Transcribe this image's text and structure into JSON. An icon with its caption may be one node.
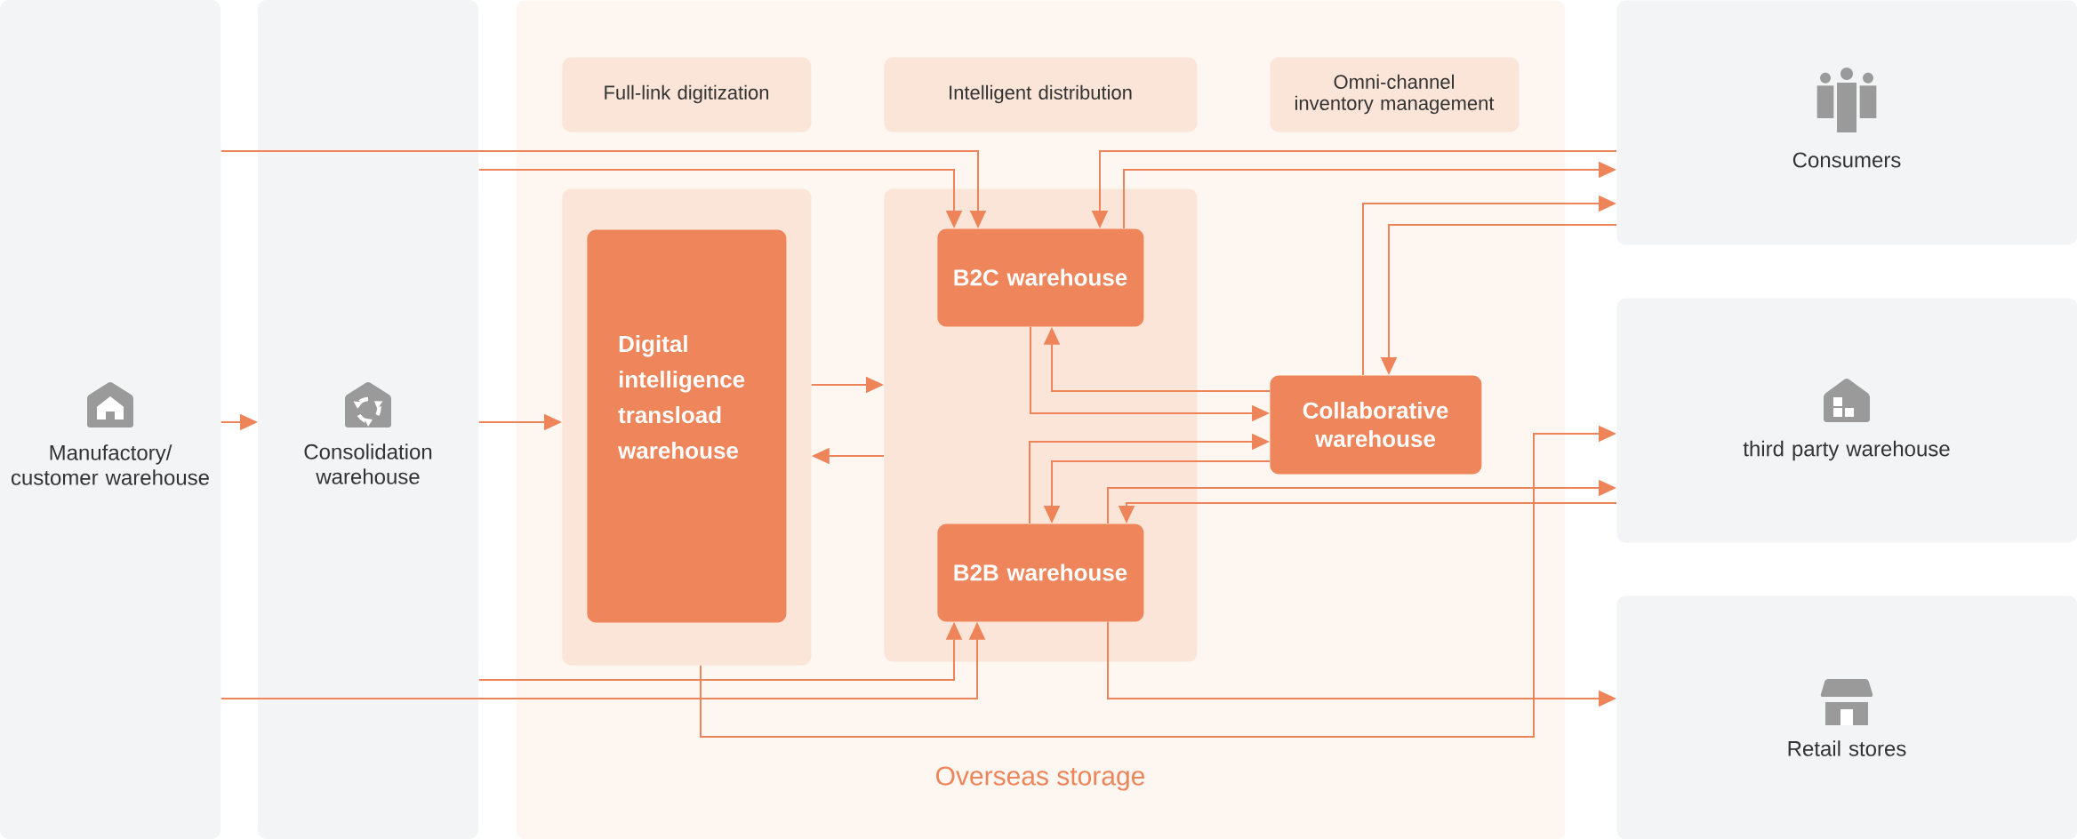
{
  "diagram": {
    "nodes": [
      {
        "text": [
          "Manufactory/ customer warehouse"
        ]
      },
      {
        "text": [
          "Consolidation warehouse"
        ]
      },
      {
        "text": [
          "Overseas storage"
        ]
      },
      {
        "text": [
          "Full-link digitization"
        ],
        "in": 2
      },
      {
        "text": [
          "Intelligent distribution"
        ],
        "in": 2
      },
      {
        "text": [
          "Omni-channel inventory management"
        ],
        "in": 2
      },
      {
        "text": [],
        "shape": "box",
        "in": 2
      },
      {
        "text": [
          "Digital intelligence transload warehouse"
        ],
        "in": 6
      },
      {
        "text": [],
        "shape": "box",
        "in": 2
      },
      {
        "text": [
          "B2C warehouse"
        ],
        "in": 8
      },
      {
        "text": [
          "B2B warehouse"
        ],
        "in": 8
      },
      {
        "text": [
          "Collaborative warehouse"
        ],
        "in": 2
      },
      {
        "text": [
          "Consumers"
        ]
      },
      {
        "text": [
          "third party warehouse"
        ]
      },
      {
        "text": [
          "Retail stores"
        ]
      }
    ],
    "edges": [
      {
        "from": 0,
        "to": 1,
        "arrow": "to"
      },
      {
        "from": 1,
        "to": 6,
        "arrow": "to"
      },
      {
        "from": 0,
        "to": 9,
        "arrow": "to"
      },
      {
        "from": 1,
        "to": 9,
        "arrow": "to"
      },
      {
        "from": 6,
        "to": 8,
        "arrow": "to"
      },
      {
        "from": 8,
        "to": 6,
        "arrow": "to"
      },
      {
        "from": 12,
        "to": 9,
        "arrow": "to"
      },
      {
        "from": 9,
        "to": 12,
        "arrow": "to"
      },
      {
        "from": 11,
        "to": 12,
        "arrow": "to"
      },
      {
        "from": 12,
        "to": 11,
        "arrow": "to"
      },
      {
        "from": 9,
        "to": 11,
        "arrow": "to"
      },
      {
        "from": 11,
        "to": 9,
        "arrow": "to"
      },
      {
        "from": 10,
        "to": 11,
        "arrow": "to"
      },
      {
        "from": 11,
        "to": 10,
        "arrow": "to"
      },
      {
        "from": 10,
        "to": 13,
        "arrow": "to"
      },
      {
        "from": 13,
        "to": 10,
        "arrow": "to"
      },
      {
        "from": 1,
        "to": 10,
        "arrow": "to"
      },
      {
        "from": 0,
        "to": 10,
        "arrow": "to"
      },
      {
        "from": 6,
        "to": 13,
        "arrow": "to"
      },
      {
        "from": 10,
        "to": 14,
        "arrow": "to"
      }
    ]
  }
}
